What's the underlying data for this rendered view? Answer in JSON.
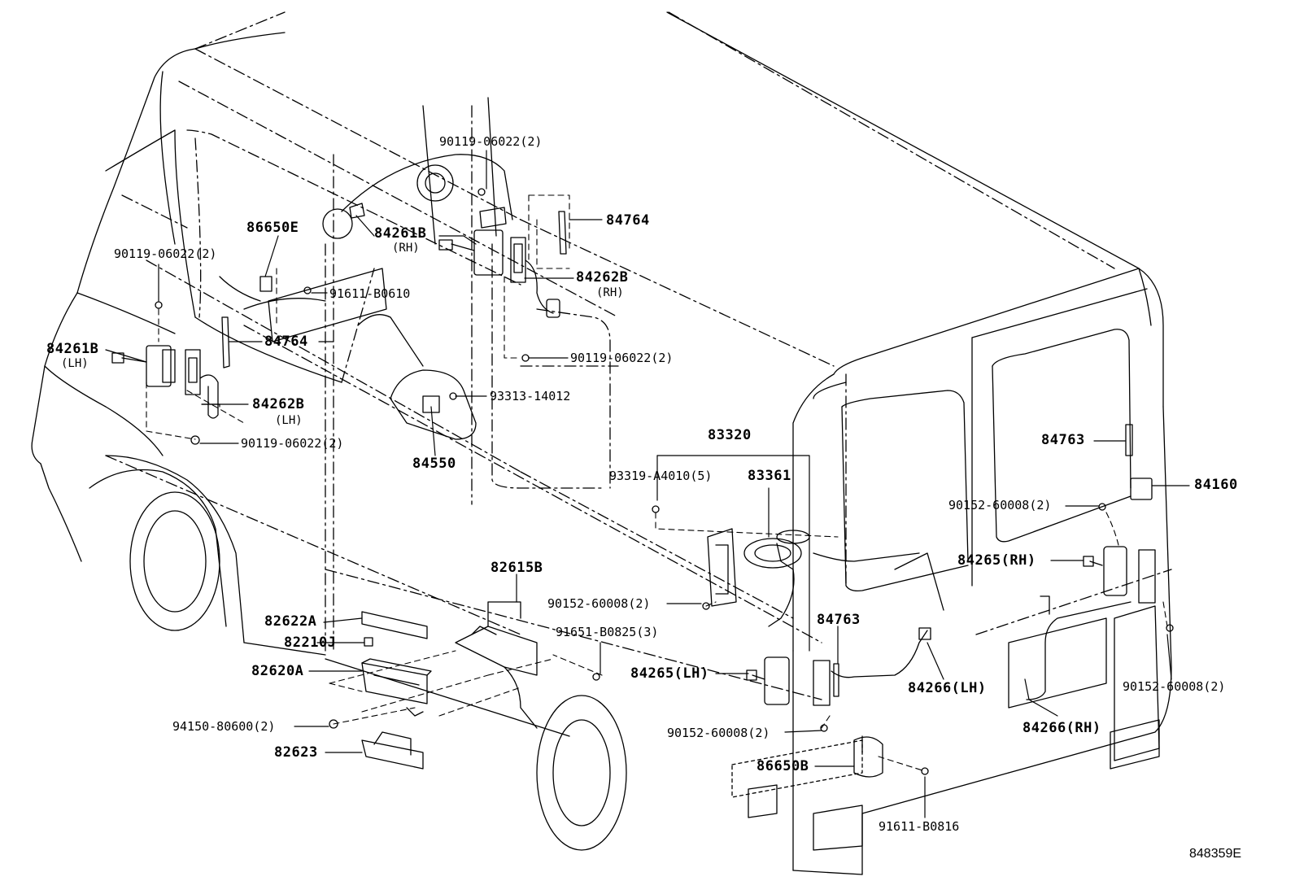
{
  "figure_id": "848359E",
  "callouts": {
    "c1": {
      "text": "90119-06022(2)"
    },
    "c2": {
      "text": "84764"
    },
    "c3": {
      "text": "86650E"
    },
    "c4": {
      "text": "84261B",
      "sub": "(RH)"
    },
    "c5": {
      "text": "90119-06022(2)"
    },
    "c6": {
      "text": "91611-B0610"
    },
    "c7": {
      "text": "84262B",
      "sub": "(RH)"
    },
    "c8": {
      "text": "84764"
    },
    "c9": {
      "text": "84261B",
      "sub": "(LH)"
    },
    "c10": {
      "text": "90119-06022(2)"
    },
    "c11": {
      "text": "93313-14012"
    },
    "c12": {
      "text": "84262B",
      "sub": "(LH)"
    },
    "c13": {
      "text": "90119-06022(2)"
    },
    "c14": {
      "text": "84550"
    },
    "c15": {
      "text": "83320"
    },
    "c16": {
      "text": "93319-A4010(5)"
    },
    "c17": {
      "text": "83361"
    },
    "c18": {
      "text": "84763"
    },
    "c19": {
      "text": "84160"
    },
    "c20": {
      "text": "90152-60008(2)"
    },
    "c21": {
      "text": "82615B"
    },
    "c22": {
      "text": "84265(RH)"
    },
    "c23": {
      "text": "90152-60008(2)"
    },
    "c24": {
      "text": "82622A"
    },
    "c25": {
      "text": "91651-B0825(3)"
    },
    "c26": {
      "text": "84763"
    },
    "c27": {
      "text": "82210J"
    },
    "c28": {
      "text": "82620A"
    },
    "c29": {
      "text": "84265(LH)"
    },
    "c30": {
      "text": "84266(LH)"
    },
    "c31": {
      "text": "90152-60008(2)"
    },
    "c32": {
      "text": "94150-80600(2)"
    },
    "c33": {
      "text": "84266(RH)"
    },
    "c34": {
      "text": "90152-60008(2)"
    },
    "c35": {
      "text": "82623"
    },
    "c36": {
      "text": "86650B"
    },
    "c37": {
      "text": "91611-B0816"
    }
  }
}
